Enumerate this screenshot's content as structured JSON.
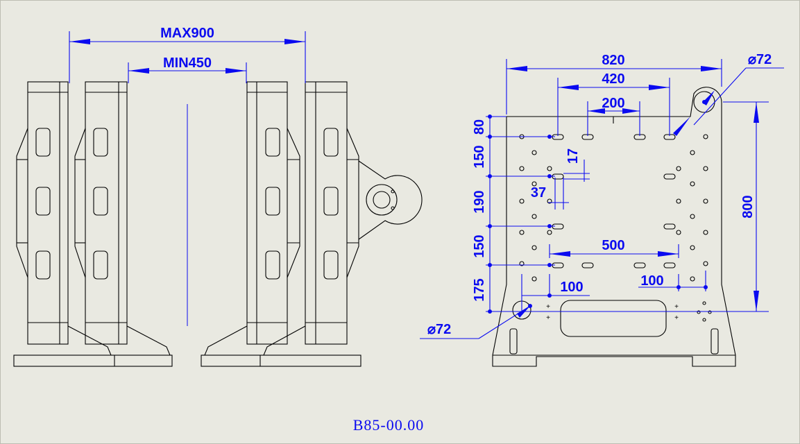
{
  "colors": {
    "background": "#e9e9e1",
    "dimension": "#0a0af0",
    "part": "#000000"
  },
  "side_view": {
    "max_opening": "MAX900",
    "min_opening": "MIN450"
  },
  "front_view": {
    "width_overall": "820",
    "width_holes_outer": "420",
    "width_holes_inner": "200",
    "height_overall": "800",
    "pin_diameter_top": "⌀72",
    "pin_diameter_bottom": "⌀72",
    "vert_dim_1": "80",
    "vert_dim_2": "150",
    "vert_dim_3": "190",
    "vert_dim_4": "150",
    "vert_dim_5": "175",
    "slot_height": "17",
    "slot_length": "37",
    "hole_span_lower": "500",
    "offset_left": "100",
    "offset_right": "100"
  },
  "drawing_number": "B85-00.00"
}
